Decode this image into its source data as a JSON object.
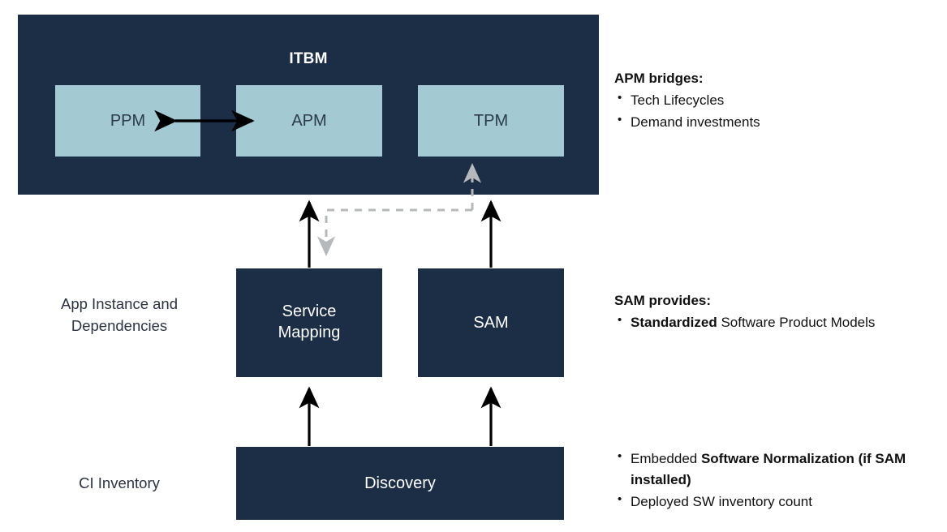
{
  "diagram": {
    "panel": {
      "title": "ITBM"
    },
    "boxes": {
      "ppm": "PPM",
      "apm": "APM",
      "tpm": "TPM",
      "service_mapping_line1": "Service",
      "service_mapping_line2": "Mapping",
      "sam": "SAM",
      "discovery": "Discovery"
    },
    "row_labels": {
      "app_instance_line1": "App Instance and",
      "app_instance_line2": "Dependencies",
      "ci_inventory": "CI Inventory"
    },
    "colors": {
      "panel_navy": "#1b2e45",
      "box_light_blue": "#a3c9d3",
      "solid_arrow": "#000000",
      "dashed_arrow": "#b6b9bc",
      "text_dark": "#111111"
    }
  },
  "notes": {
    "apm": {
      "heading": "APM bridges:",
      "bullets": [
        {
          "plain": "Tech Lifecycles"
        },
        {
          "plain": "Demand investments"
        }
      ]
    },
    "sam": {
      "heading": "SAM provides:",
      "bullets": [
        {
          "bold": "Standardized",
          "plain": " Software Product Models"
        }
      ]
    },
    "discovery": {
      "bullets": [
        {
          "plain": "Embedded ",
          "bold": "Software Normalization (if SAM installed)"
        },
        {
          "plain": "Deployed SW inventory count"
        }
      ]
    }
  }
}
